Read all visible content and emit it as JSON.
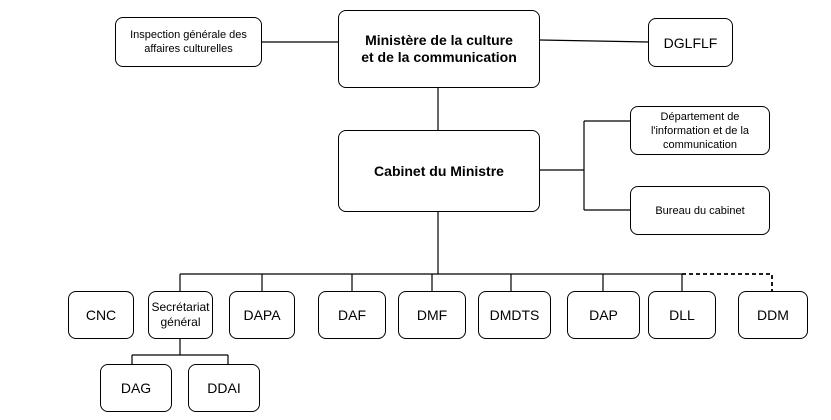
{
  "nodes": {
    "ministere": "Ministère de la culture\net de la communication",
    "inspection": "Inspection générale des\naffaires culturelles",
    "dglflf": "DGLFLF",
    "cabinet": "Cabinet du Ministre",
    "departement_info": "Département de\nl'information et de la\ncommunication",
    "bureau_cabinet": "Bureau du cabinet",
    "cnc": "CNC",
    "secretariat": "Secrétariat\ngénéral",
    "dapa": "DAPA",
    "daf": "DAF",
    "dmf": "DMF",
    "dmdts": "DMDTS",
    "dap": "DAP",
    "dll": "DLL",
    "ddm": "DDM",
    "dag": "DAG",
    "ddai": "DDAI"
  },
  "styles": {
    "line_color": "#000000",
    "box_border": "#000000",
    "background": "#ffffff"
  }
}
